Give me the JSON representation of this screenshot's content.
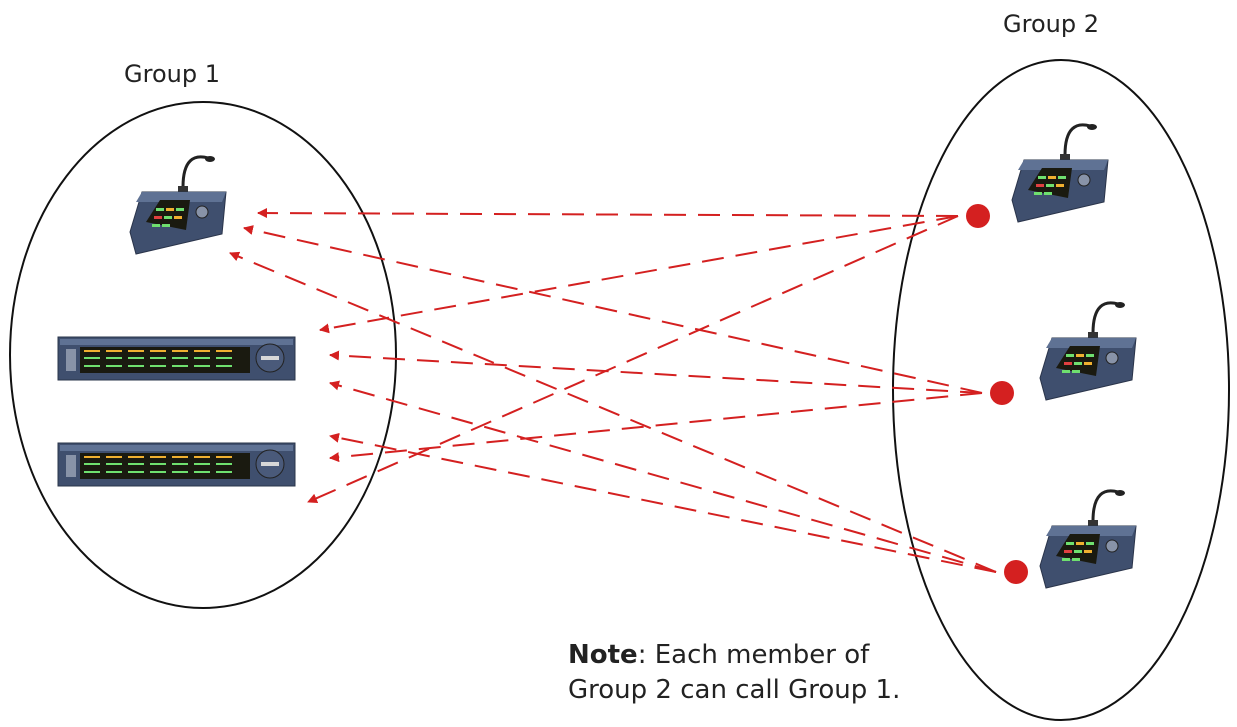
{
  "groups": [
    {
      "id": "group1",
      "label": "Group 1"
    },
    {
      "id": "group2",
      "label": "Group 2"
    }
  ],
  "note": {
    "bold": "Note",
    "line1_rest": ":  Each member of",
    "line2": "Group 2 can call Group 1."
  },
  "colors": {
    "arrow": "#d42020",
    "outline": "#111111",
    "device_body": "#3f4f6e",
    "device_top": "#5f7294",
    "screen": "#1a1a10",
    "led_green": "#6fe06f",
    "led_amber": "#f0b030",
    "led_red": "#e04040"
  },
  "members": {
    "group1": [
      {
        "type": "desk-panel-icon"
      },
      {
        "type": "rack-panel-icon"
      },
      {
        "type": "rack-panel-icon"
      }
    ],
    "group2": [
      {
        "type": "desk-panel-icon"
      },
      {
        "type": "desk-panel-icon"
      },
      {
        "type": "desk-panel-icon"
      }
    ]
  },
  "connections": [
    {
      "from": 0,
      "to": 0
    },
    {
      "from": 0,
      "to": 1
    },
    {
      "from": 0,
      "to": 2
    },
    {
      "from": 1,
      "to": 0
    },
    {
      "from": 1,
      "to": 1
    },
    {
      "from": 1,
      "to": 2
    },
    {
      "from": 2,
      "to": 0
    },
    {
      "from": 2,
      "to": 1
    },
    {
      "from": 2,
      "to": 2
    }
  ]
}
